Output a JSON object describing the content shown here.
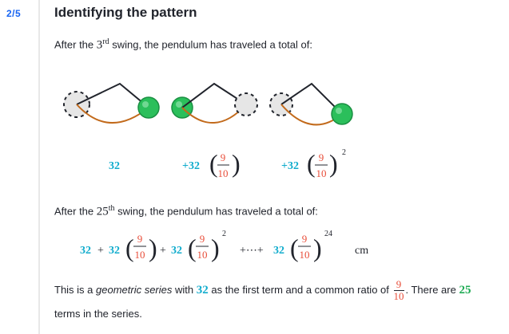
{
  "header": {
    "step": "2/5",
    "title": "Identifying the pattern"
  },
  "para1": {
    "before": "After the ",
    "num": "3",
    "sup": "rd",
    "after": " swing, the pendulum has traveled a total of:"
  },
  "terms": {
    "first": "32",
    "plus32": "+32",
    "num": "9",
    "den": "10",
    "exp2": "2"
  },
  "para2": {
    "before": "After the ",
    "num": "25",
    "sup": "th",
    "after": " swing, the pendulum has traveled a total of:"
  },
  "series": {
    "a": "32",
    "plus": "+",
    "b": "32",
    "c": "32",
    "dots": "+⋯+",
    "d": "32",
    "num": "9",
    "den": "10",
    "exp2": "2",
    "exp24": "24",
    "unit": "cm"
  },
  "para3": {
    "t1": "This is a ",
    "t2": "geometric series",
    "t3": " with ",
    "first": "32",
    "t4": " as the first term and a common ratio of ",
    "rnum": "9",
    "rden": "10",
    "t5": ". There are ",
    "count": "25",
    "line2": "terms in the series."
  },
  "colors": {
    "blue": "#11accd",
    "red": "#e84d39",
    "green": "#1fab54",
    "arc": "#c26a1b",
    "step": "#1865f2"
  }
}
